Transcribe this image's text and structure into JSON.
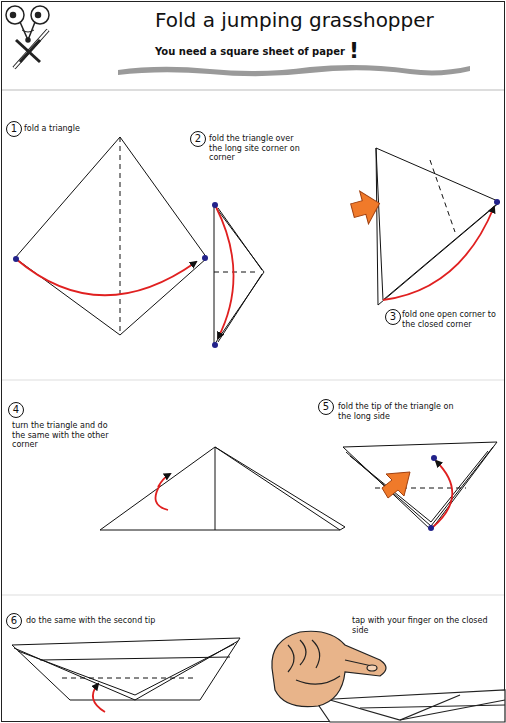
{
  "diagram": {
    "title": "Fold a jumping grasshopper",
    "labels": [
      "You need a square sheet of paper",
      "!",
      "1",
      "fold a triangle",
      "2",
      "fold the triangle over the long site corner on corner",
      "3",
      "fold one open corner to the closed corner",
      "4",
      "turn the triangle and do the same with the other corner",
      "5",
      "fold the tip of the triangle on the long side",
      "6",
      "do the same with the second tip",
      "tap with your finger on the closed side"
    ]
  }
}
